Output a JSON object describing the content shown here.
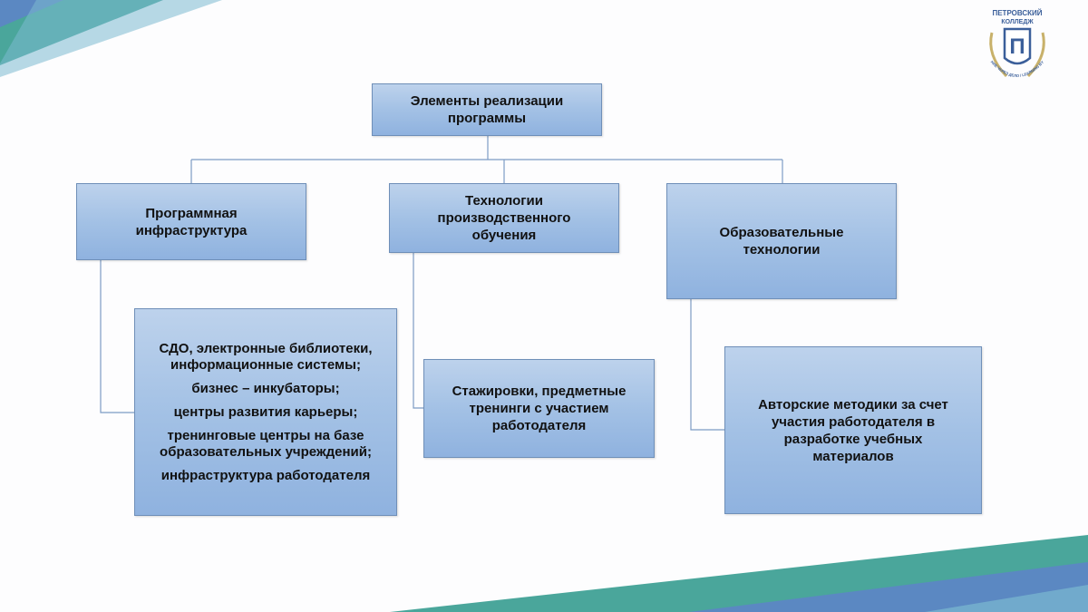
{
  "logo": {
    "line1": "ПЕТРОВСКИЙ",
    "line2": "КОЛЛЕДЖ",
    "motto": "ОБУЧЕНИЕ ЧЕРЕЗ ДЕЛО / LEARNING BY DOING",
    "initial": "П"
  },
  "colors": {
    "box_fill_top": "#bdd2ec",
    "box_fill_bottom": "#8fb2df",
    "box_border": "#6f8fb8",
    "connector": "#7d9cc4",
    "deco_teal": "#46a89c",
    "deco_blue": "#5b88c2",
    "logo_blue": "#3b5f9a",
    "logo_gold": "#c8b16a"
  },
  "diagram": {
    "root": {
      "label": "Элементы реализации программы"
    },
    "branches": [
      {
        "label": "Программная инфраструктура",
        "detail_lines": [
          "СДО, электронные библиотеки, информационные системы;",
          "бизнес – инкубаторы;",
          "центры развития карьеры;",
          "тренинговые центры на базе образовательных учреждений;",
          "инфраструктура работодателя"
        ]
      },
      {
        "label": "Технологии производственного обучения",
        "detail_lines": [
          "Стажировки, предметные тренинги с участием работодателя"
        ]
      },
      {
        "label": "Образовательные технологии",
        "detail_lines": [
          "Авторские методики за счет участия работодателя в разработке учебных материалов"
        ]
      }
    ]
  }
}
